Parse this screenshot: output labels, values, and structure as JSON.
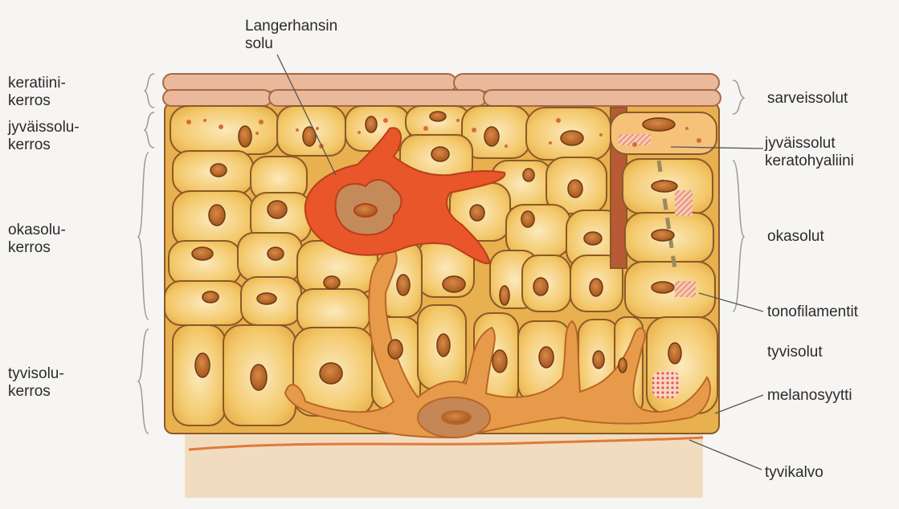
{
  "title": "",
  "labels": {
    "langerhans": [
      "Langerhansin",
      "solu"
    ],
    "left": {
      "keratiini": [
        "keratiini-",
        "kerros"
      ],
      "jyvaissolu": [
        "jyväissolu-",
        "kerros"
      ],
      "okasolu": [
        "okasolu-",
        "kerros"
      ],
      "tyvisolu": [
        "tyvisolu-",
        "kerros"
      ]
    },
    "right": {
      "sarveissolut": "sarveissolut",
      "jyvaissolut": [
        "jyväissolut",
        "keratohyaliini"
      ],
      "okasolut": "okasolut",
      "tonofilamentit": "tonofilamentit",
      "tyvisolut": "tyvisolut",
      "melanosyytti": "melanosyytti",
      "tyvikalvo": "tyvikalvo"
    }
  },
  "colors": {
    "cell_fill": "#f3c86a",
    "cell_light": "#fbe6b4",
    "cell_border": "#8a5a28",
    "nucleus": "#b8672c",
    "langerhans": "#e8562a",
    "melanocyte": "#e79b4a",
    "dermis": "#f1dcc0",
    "horny_layer": "#e8b99a",
    "membrane": "#e07a3c"
  }
}
